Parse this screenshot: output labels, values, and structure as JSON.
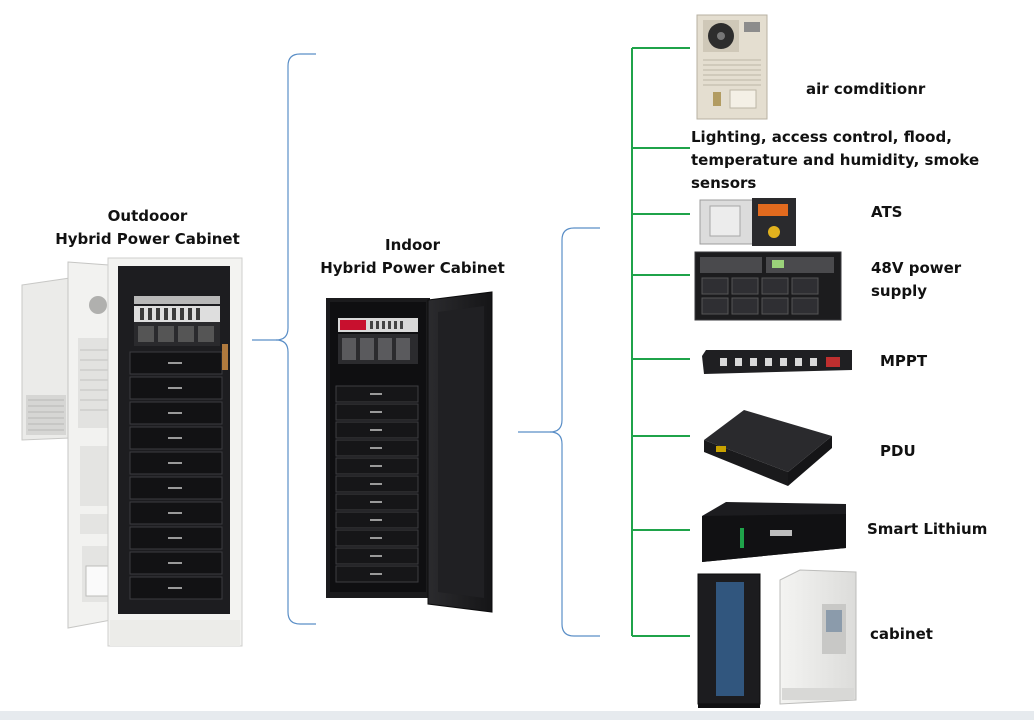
{
  "outdoor": {
    "line1": "Outdooor",
    "line2": "Hybrid Power Cabinet"
  },
  "indoor": {
    "line1": "Indoor",
    "line2": "Hybrid Power Cabinet"
  },
  "components": [
    {
      "id": "air-conditioner",
      "label": "air comditionr"
    },
    {
      "id": "sensors",
      "line1": "Lighting, access control, flood,",
      "line2": "temperature and humidity, smoke sensors"
    },
    {
      "id": "ats",
      "label": "ATS"
    },
    {
      "id": "power-supply",
      "line1": "48V power",
      "line2": "supply"
    },
    {
      "id": "mppt",
      "label": "MPPT"
    },
    {
      "id": "pdu",
      "label": "PDU"
    },
    {
      "id": "smart-lithium",
      "label": "Smart Lithium"
    },
    {
      "id": "cabinet",
      "label": "cabinet"
    }
  ],
  "colors": {
    "brace": "#5b8fc7",
    "tree": "#1fa34a",
    "cabinet_dark": "#1e1e20",
    "cabinet_light": "#eeeeec"
  }
}
